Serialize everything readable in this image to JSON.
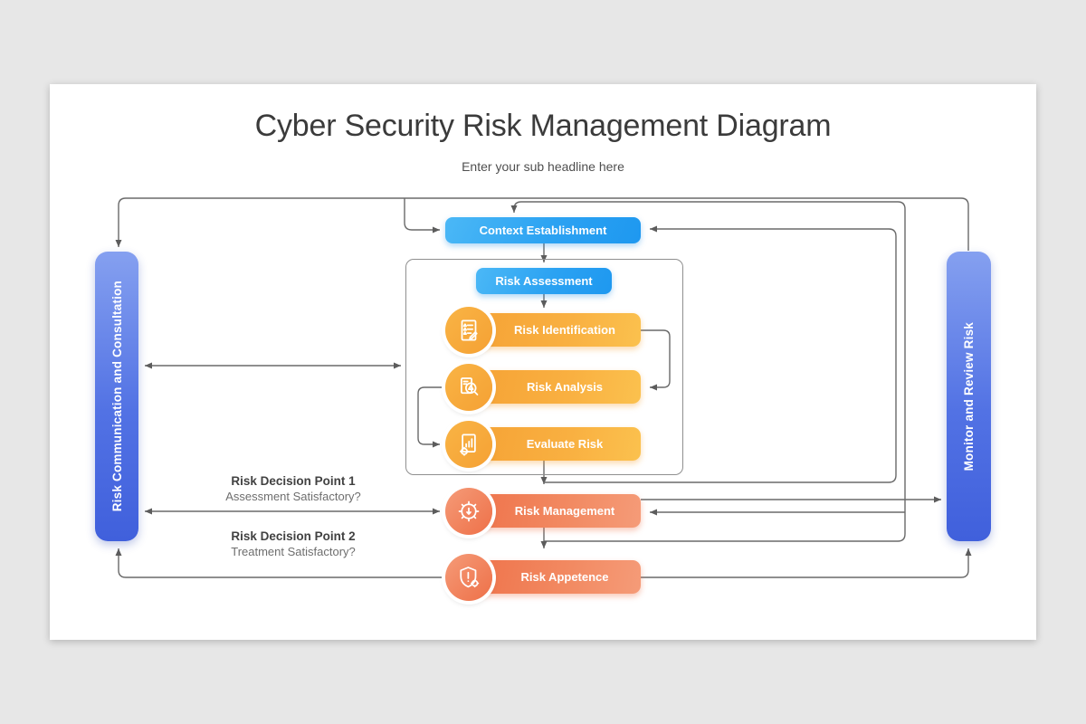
{
  "page": {
    "title": "Cyber Security Risk Management Diagram",
    "subtitle": "Enter your sub headline here"
  },
  "side_bars": {
    "left_label": "Risk Communication and Consultation",
    "right_label": "Monitor and Review Risk"
  },
  "nodes": {
    "context_establishment": "Context Establishment",
    "risk_assessment": "Risk Assessment",
    "risk_identification": "Risk Identification",
    "risk_analysis": "Risk Analysis",
    "evaluate_risk": "Evaluate Risk",
    "risk_management": "Risk Management",
    "risk_appetence": "Risk Appetence"
  },
  "decision_points": [
    {
      "title": "Risk Decision Point 1",
      "question": "Assessment Satisfactory?"
    },
    {
      "title": "Risk Decision Point 2",
      "question": "Treatment Satisfactory?"
    }
  ],
  "icons": {
    "identification": "checklist-pencil-icon",
    "analysis": "magnifier-warning-icon",
    "evaluate": "chart-gear-icon",
    "management": "gear-arrow-icon",
    "appetence": "shield-alert-icon"
  },
  "colors": {
    "blue_node": "#2ba2f2",
    "blue_bar": "#5272e4",
    "orange_node": "#f8ad3e",
    "salmon_node": "#f1815a",
    "connector": "#666666",
    "slide_background": "#ffffff",
    "page_background": "#e7e7e7"
  }
}
